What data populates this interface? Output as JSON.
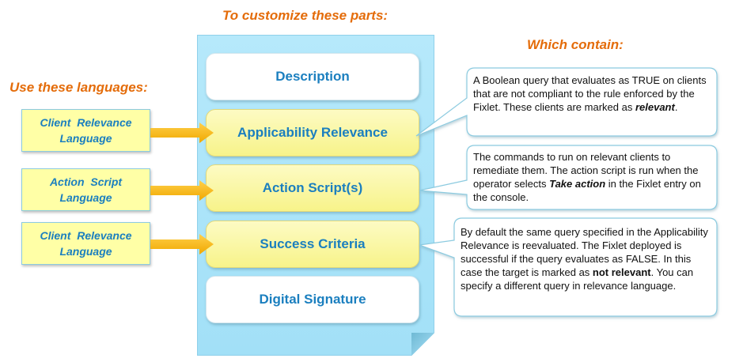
{
  "headings": {
    "parts": "To customize these parts:",
    "languages": "Use these languages:",
    "contain": "Which contain:"
  },
  "colors": {
    "heading": "#e46c0a",
    "part_text": "#1b7fbf",
    "document": "#a8e2f8",
    "arrow": "#f5b800",
    "lang_box": "#ffffa6"
  },
  "parts": [
    {
      "label": "Description",
      "highlighted": false
    },
    {
      "label": "Applicability Relevance",
      "highlighted": true
    },
    {
      "label": "Action Script(s)",
      "highlighted": true
    },
    {
      "label": "Success Criteria",
      "highlighted": true
    },
    {
      "label": "Digital Signature",
      "highlighted": false
    }
  ],
  "languages": [
    {
      "line1": "Client Relevance",
      "line2": "Language"
    },
    {
      "line1": "Action Script",
      "line2": "Language"
    },
    {
      "line1": "Client Relevance",
      "line2": "Language"
    }
  ],
  "callouts": {
    "applicability": {
      "text_before": "A Boolean query that evaluates as TRUE on clients that are not compliant to the rule enforced by the Fixlet. These clients are marked as ",
      "emphasis": "relevant",
      "text_after": "."
    },
    "action": {
      "text_before": "The commands to run on relevant clients to remediate them. The action script is run when the operator selects ",
      "emphasis": "Take action",
      "text_after": " in the Fixlet entry on the console."
    },
    "success": {
      "text_before": "By default the same query specified in the Applicability  Relevance is reevaluated. The Fixlet deployed is successful if the query evaluates as FALSE. In this case the target is marked as ",
      "emphasis": "not relevant",
      "text_after": ". You can specify a different query in relevance language."
    }
  }
}
